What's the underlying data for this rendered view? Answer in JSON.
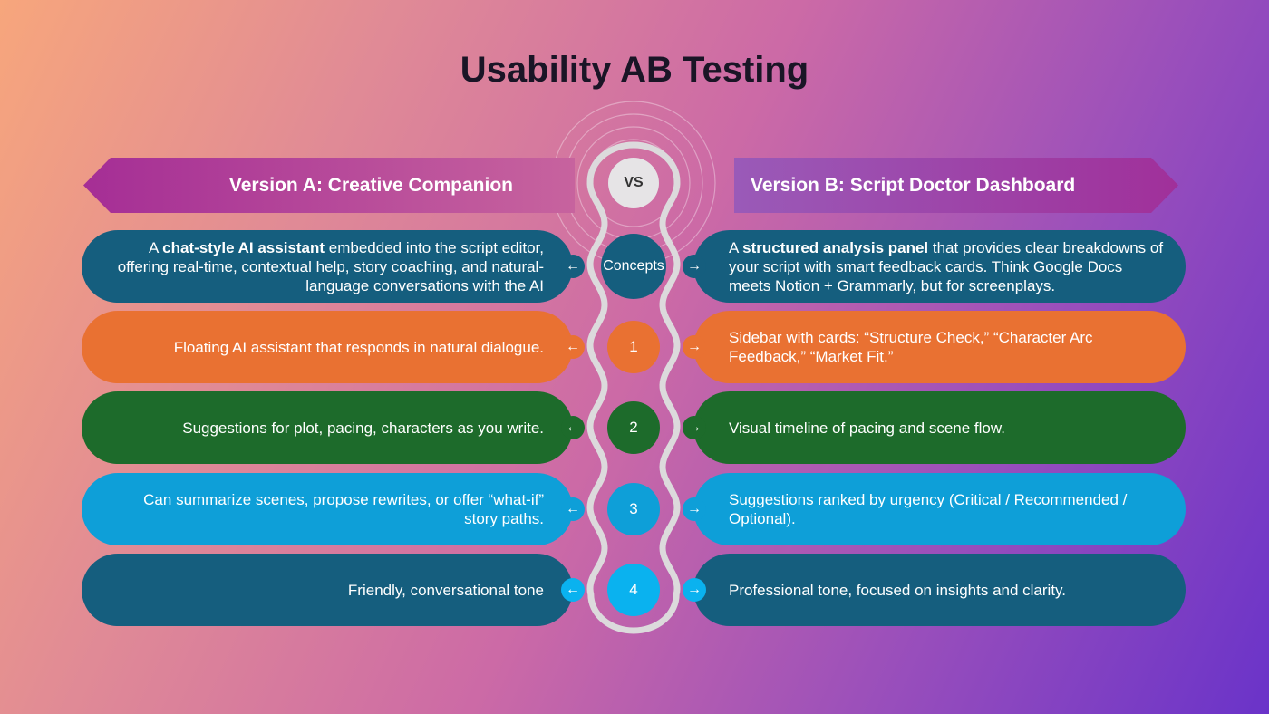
{
  "title": "Usability AB Testing",
  "vs_label": "VS",
  "version_a": {
    "title": "Version A: Creative Companion"
  },
  "version_b": {
    "title": "Version B: Script Doctor Dashboard"
  },
  "rows": [
    {
      "node": "Concepts",
      "color": "#155e7e",
      "node_color": "#155e7e",
      "a_bold": "chat-style AI assistant",
      "a_pre": "A ",
      "a_post": " embedded into the script editor, offering real-time, contextual help, story coaching, and natural-language conversations with the AI",
      "b_bold": "structured analysis panel",
      "b_pre": "A ",
      "b_post": " that provides clear breakdowns of your script with smart feedback cards. Think Google Docs meets Notion + Grammarly, but for screenplays."
    },
    {
      "node": "1",
      "color": "#e97132",
      "node_color": "#e97132",
      "a": "Floating AI assistant that responds in natural dialogue.",
      "b": "Sidebar with cards: “Structure Check,” “Character Arc Feedback,” “Market Fit.”"
    },
    {
      "node": "2",
      "color": "#1d6b2b",
      "node_color": "#1d6b2b",
      "a": "Suggestions for plot, pacing, characters as you write.",
      "b": "Visual timeline of pacing and scene flow."
    },
    {
      "node": "3",
      "color": "#0e9fd8",
      "node_color": "#0e9fd8",
      "a": "Can summarize scenes, propose rewrites, or offer “what-if” story paths.",
      "b": "Suggestions ranked by urgency (Critical / Recommended / Optional)."
    },
    {
      "node": "4",
      "color": "#155e7e",
      "node_color": "#0ab2ef",
      "arrow_color": "#0ab2ef",
      "a": "Friendly, conversational tone",
      "b": "Professional tone, focused on insights and clarity."
    }
  ],
  "icons": {
    "left": "arrow-left-icon",
    "right": "arrow-right-icon"
  }
}
